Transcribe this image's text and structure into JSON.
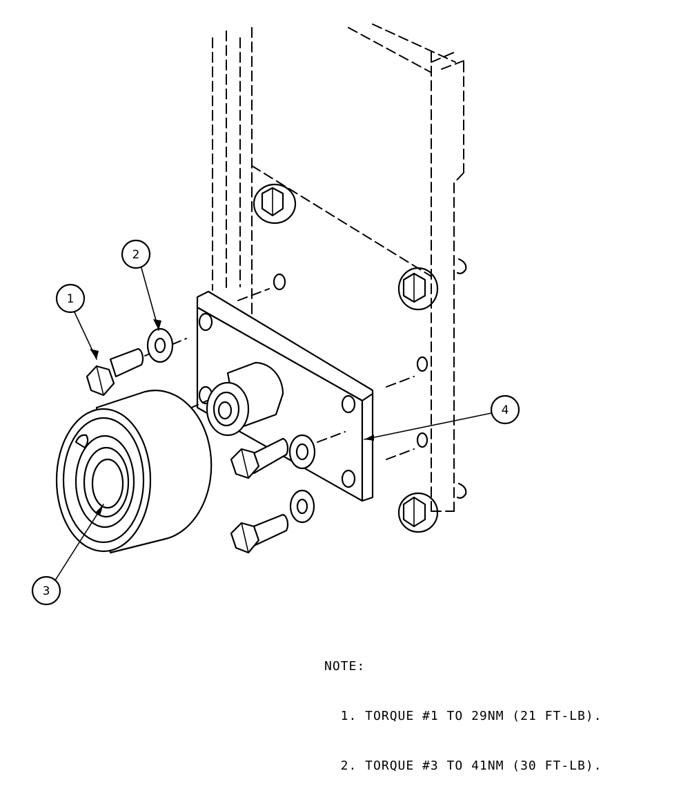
{
  "callouts": [
    {
      "id": "1",
      "label": "1"
    },
    {
      "id": "2",
      "label": "2"
    },
    {
      "id": "3",
      "label": "3"
    },
    {
      "id": "4",
      "label": "4"
    }
  ],
  "notes": {
    "heading": "NOTE:",
    "items": [
      "  1. TORQUE #1 TO 29NM (21 FT-LB).",
      "  2. TORQUE #3 TO 41NM (30 FT-LB)."
    ]
  }
}
